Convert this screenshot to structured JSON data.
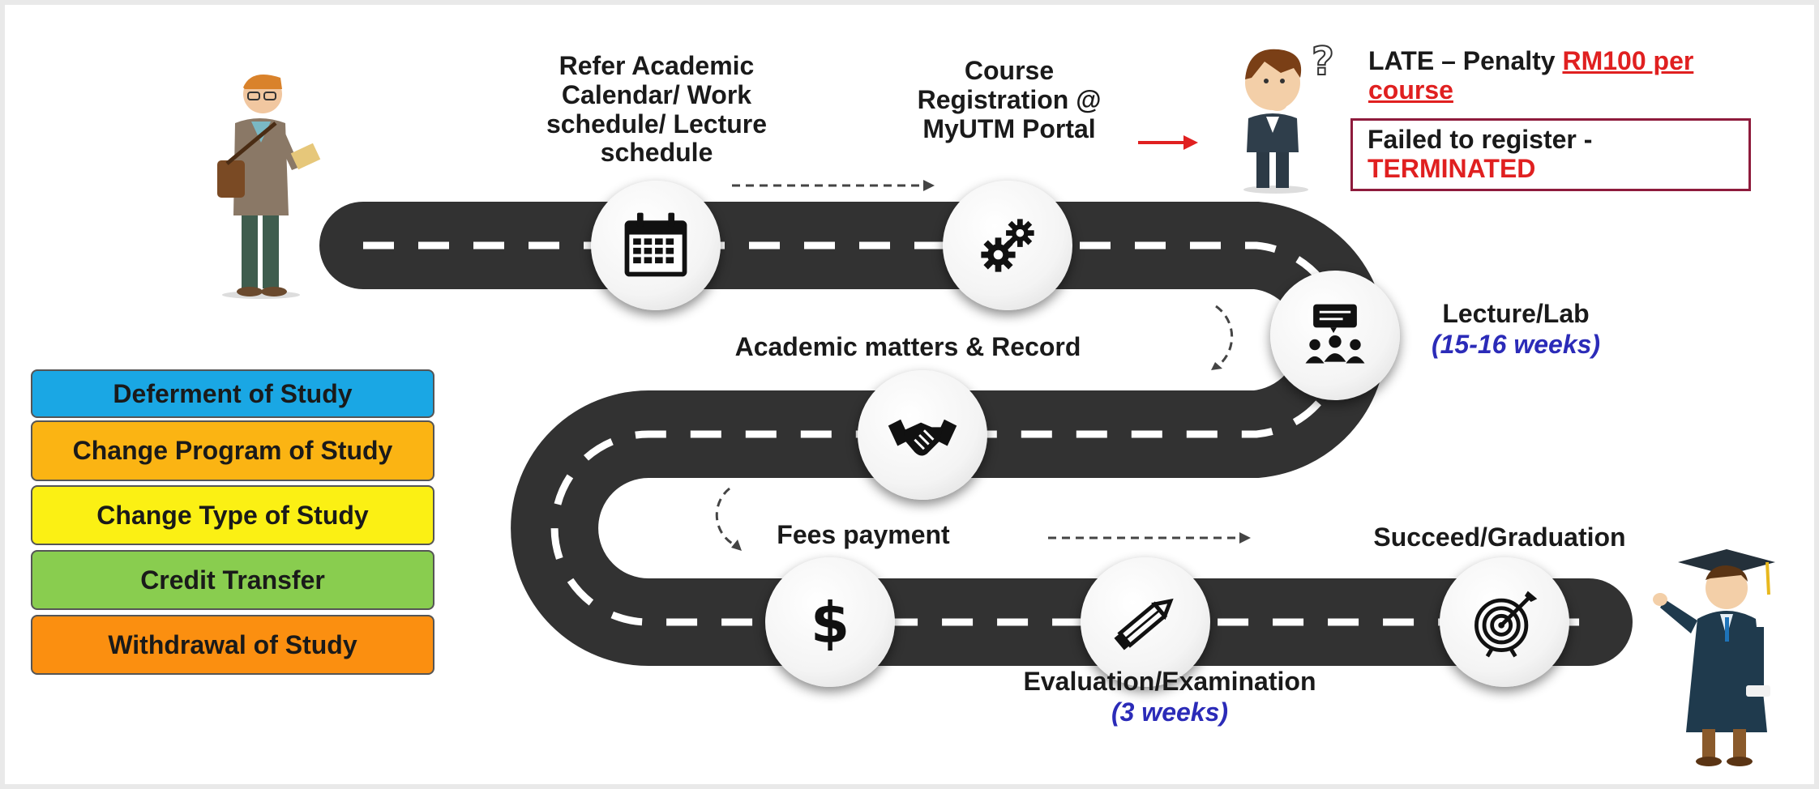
{
  "steps": {
    "calendar": "Refer Academic Calendar/ Work schedule/ Lecture schedule",
    "registration": "Course Registration @ MyUTM Portal",
    "lecture_title": "Lecture/Lab",
    "lecture_duration": "(15-16 weeks)",
    "academic": "Academic matters & Record",
    "fees": "Fees payment",
    "evaluation_title": "Evaluation/Examination",
    "evaluation_duration": "(3 weeks)",
    "graduation": "Succeed/Graduation"
  },
  "penalty": {
    "late_prefix": "LATE – Penalty ",
    "late_amount": "RM100 per course",
    "failed_prefix": "Failed to register -",
    "failed_result": "TERMINATED"
  },
  "options": [
    {
      "label": "Deferment of Study",
      "color": "#1aa7e4"
    },
    {
      "label": "Change Program of Study",
      "color": "#fbb413"
    },
    {
      "label": "Change Type of Study",
      "color": "#fbf014"
    },
    {
      "label": "Credit Transfer",
      "color": "#89cd4f"
    },
    {
      "label": "Withdrawal of Study",
      "color": "#fb8f10"
    }
  ],
  "icons": {
    "calendar": "calendar-icon",
    "registration": "gears-icon",
    "lecture": "meeting-icon",
    "academic": "handshake-icon",
    "fees": "dollar-icon",
    "evaluation": "pencil-icon",
    "graduation": "target-icon"
  },
  "colors": {
    "road": "#323232",
    "dash": "#ffffff",
    "accent_red": "#e02020",
    "duration_blue": "#2b2bb8",
    "box_border": "#8e1b3c"
  }
}
